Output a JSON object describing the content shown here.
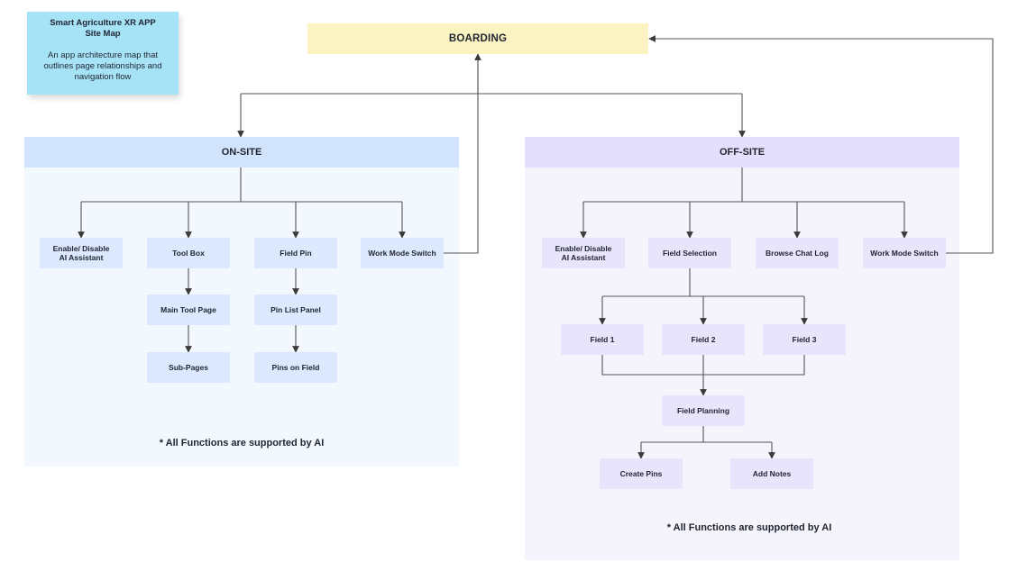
{
  "sticky": {
    "title_line1": "Smart Agriculture XR APP",
    "title_line2": "Site Map",
    "desc": "An app architecture map that outlines page relationships and navigation flow"
  },
  "boarding": "BOARDING",
  "onsite": {
    "header": "ON-SITE",
    "enable_ai_line1": "Enable/ Disable",
    "enable_ai_line2": "AI Assistant",
    "tool_box": "Tool Box",
    "field_pin": "Field Pin",
    "work_mode": "Work Mode Switch",
    "main_tool_page": "Main Tool Page",
    "sub_pages": "Sub-Pages",
    "pin_list_panel": "Pin List Panel",
    "pins_on_field": "Pins on Field",
    "note": "* All Functions are supported by AI"
  },
  "offsite": {
    "header": "OFF-SITE",
    "enable_ai_line1": "Enable/ Disable",
    "enable_ai_line2": "AI Assistant",
    "field_selection": "Field Selection",
    "browse_chat_log": "Browse Chat Log",
    "work_mode": "Work Mode Switch",
    "field_1": "Field 1",
    "field_2": "Field 2",
    "field_3": "Field 3",
    "field_planning": "Field Planning",
    "create_pins": "Create Pins",
    "add_notes": "Add Notes",
    "note": "* All Functions are supported by AI"
  }
}
